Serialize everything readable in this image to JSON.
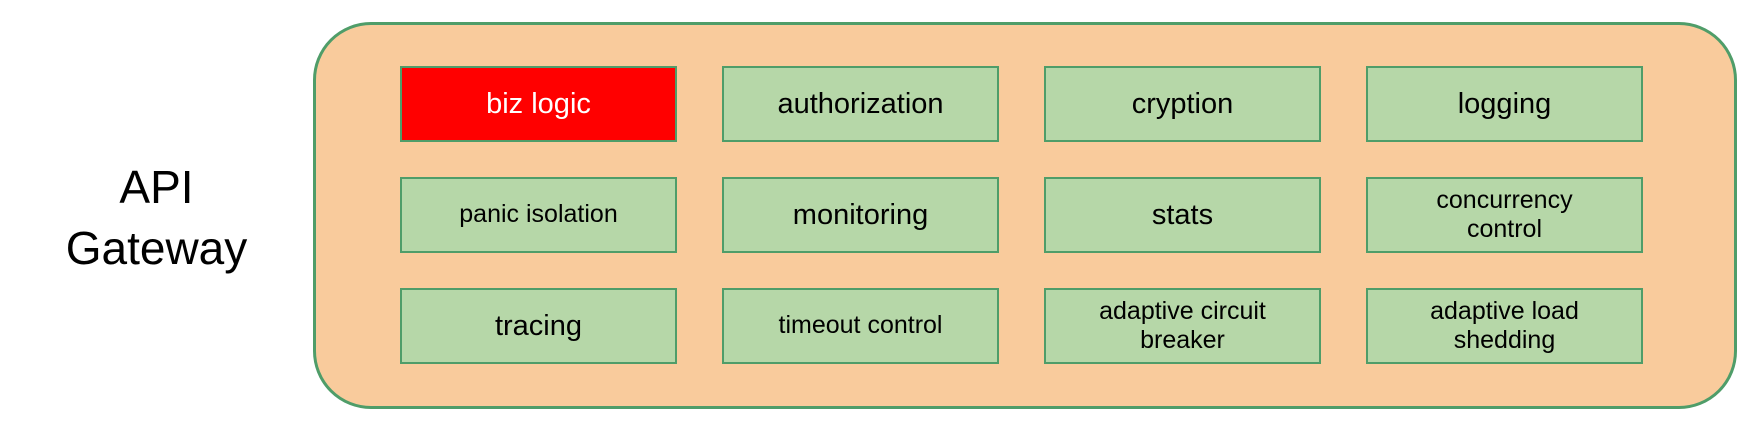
{
  "page": {
    "background": "#ffffff"
  },
  "gateway": {
    "title_lines": [
      "API",
      "Gateway"
    ],
    "colors": {
      "container_fill": "#f9cb9c",
      "border_green": "#4f9d69",
      "module_fill": "#b6d7a8",
      "highlight_fill": "#ff0000",
      "text_dark": "#000000",
      "text_light": "#ffffff"
    },
    "modules": [
      {
        "label": "biz logic",
        "lines": [
          "biz logic"
        ],
        "highlighted": true
      },
      {
        "label": "authorization",
        "lines": [
          "authorization"
        ],
        "highlighted": false
      },
      {
        "label": "cryption",
        "lines": [
          "cryption"
        ],
        "highlighted": false
      },
      {
        "label": "logging",
        "lines": [
          "logging"
        ],
        "highlighted": false
      },
      {
        "label": "panic isolation",
        "lines": [
          "panic isolation"
        ],
        "highlighted": false
      },
      {
        "label": "monitoring",
        "lines": [
          "monitoring"
        ],
        "highlighted": false
      },
      {
        "label": "stats",
        "lines": [
          "stats"
        ],
        "highlighted": false
      },
      {
        "label": "concurrency control",
        "lines": [
          "concurrency",
          "control"
        ],
        "highlighted": false
      },
      {
        "label": "tracing",
        "lines": [
          "tracing"
        ],
        "highlighted": false
      },
      {
        "label": "timeout control",
        "lines": [
          "timeout control"
        ],
        "highlighted": false
      },
      {
        "label": "adaptive circuit breaker",
        "lines": [
          "adaptive circuit",
          "breaker"
        ],
        "highlighted": false
      },
      {
        "label": "adaptive load shedding",
        "lines": [
          "adaptive load",
          "shedding"
        ],
        "highlighted": false
      }
    ]
  }
}
